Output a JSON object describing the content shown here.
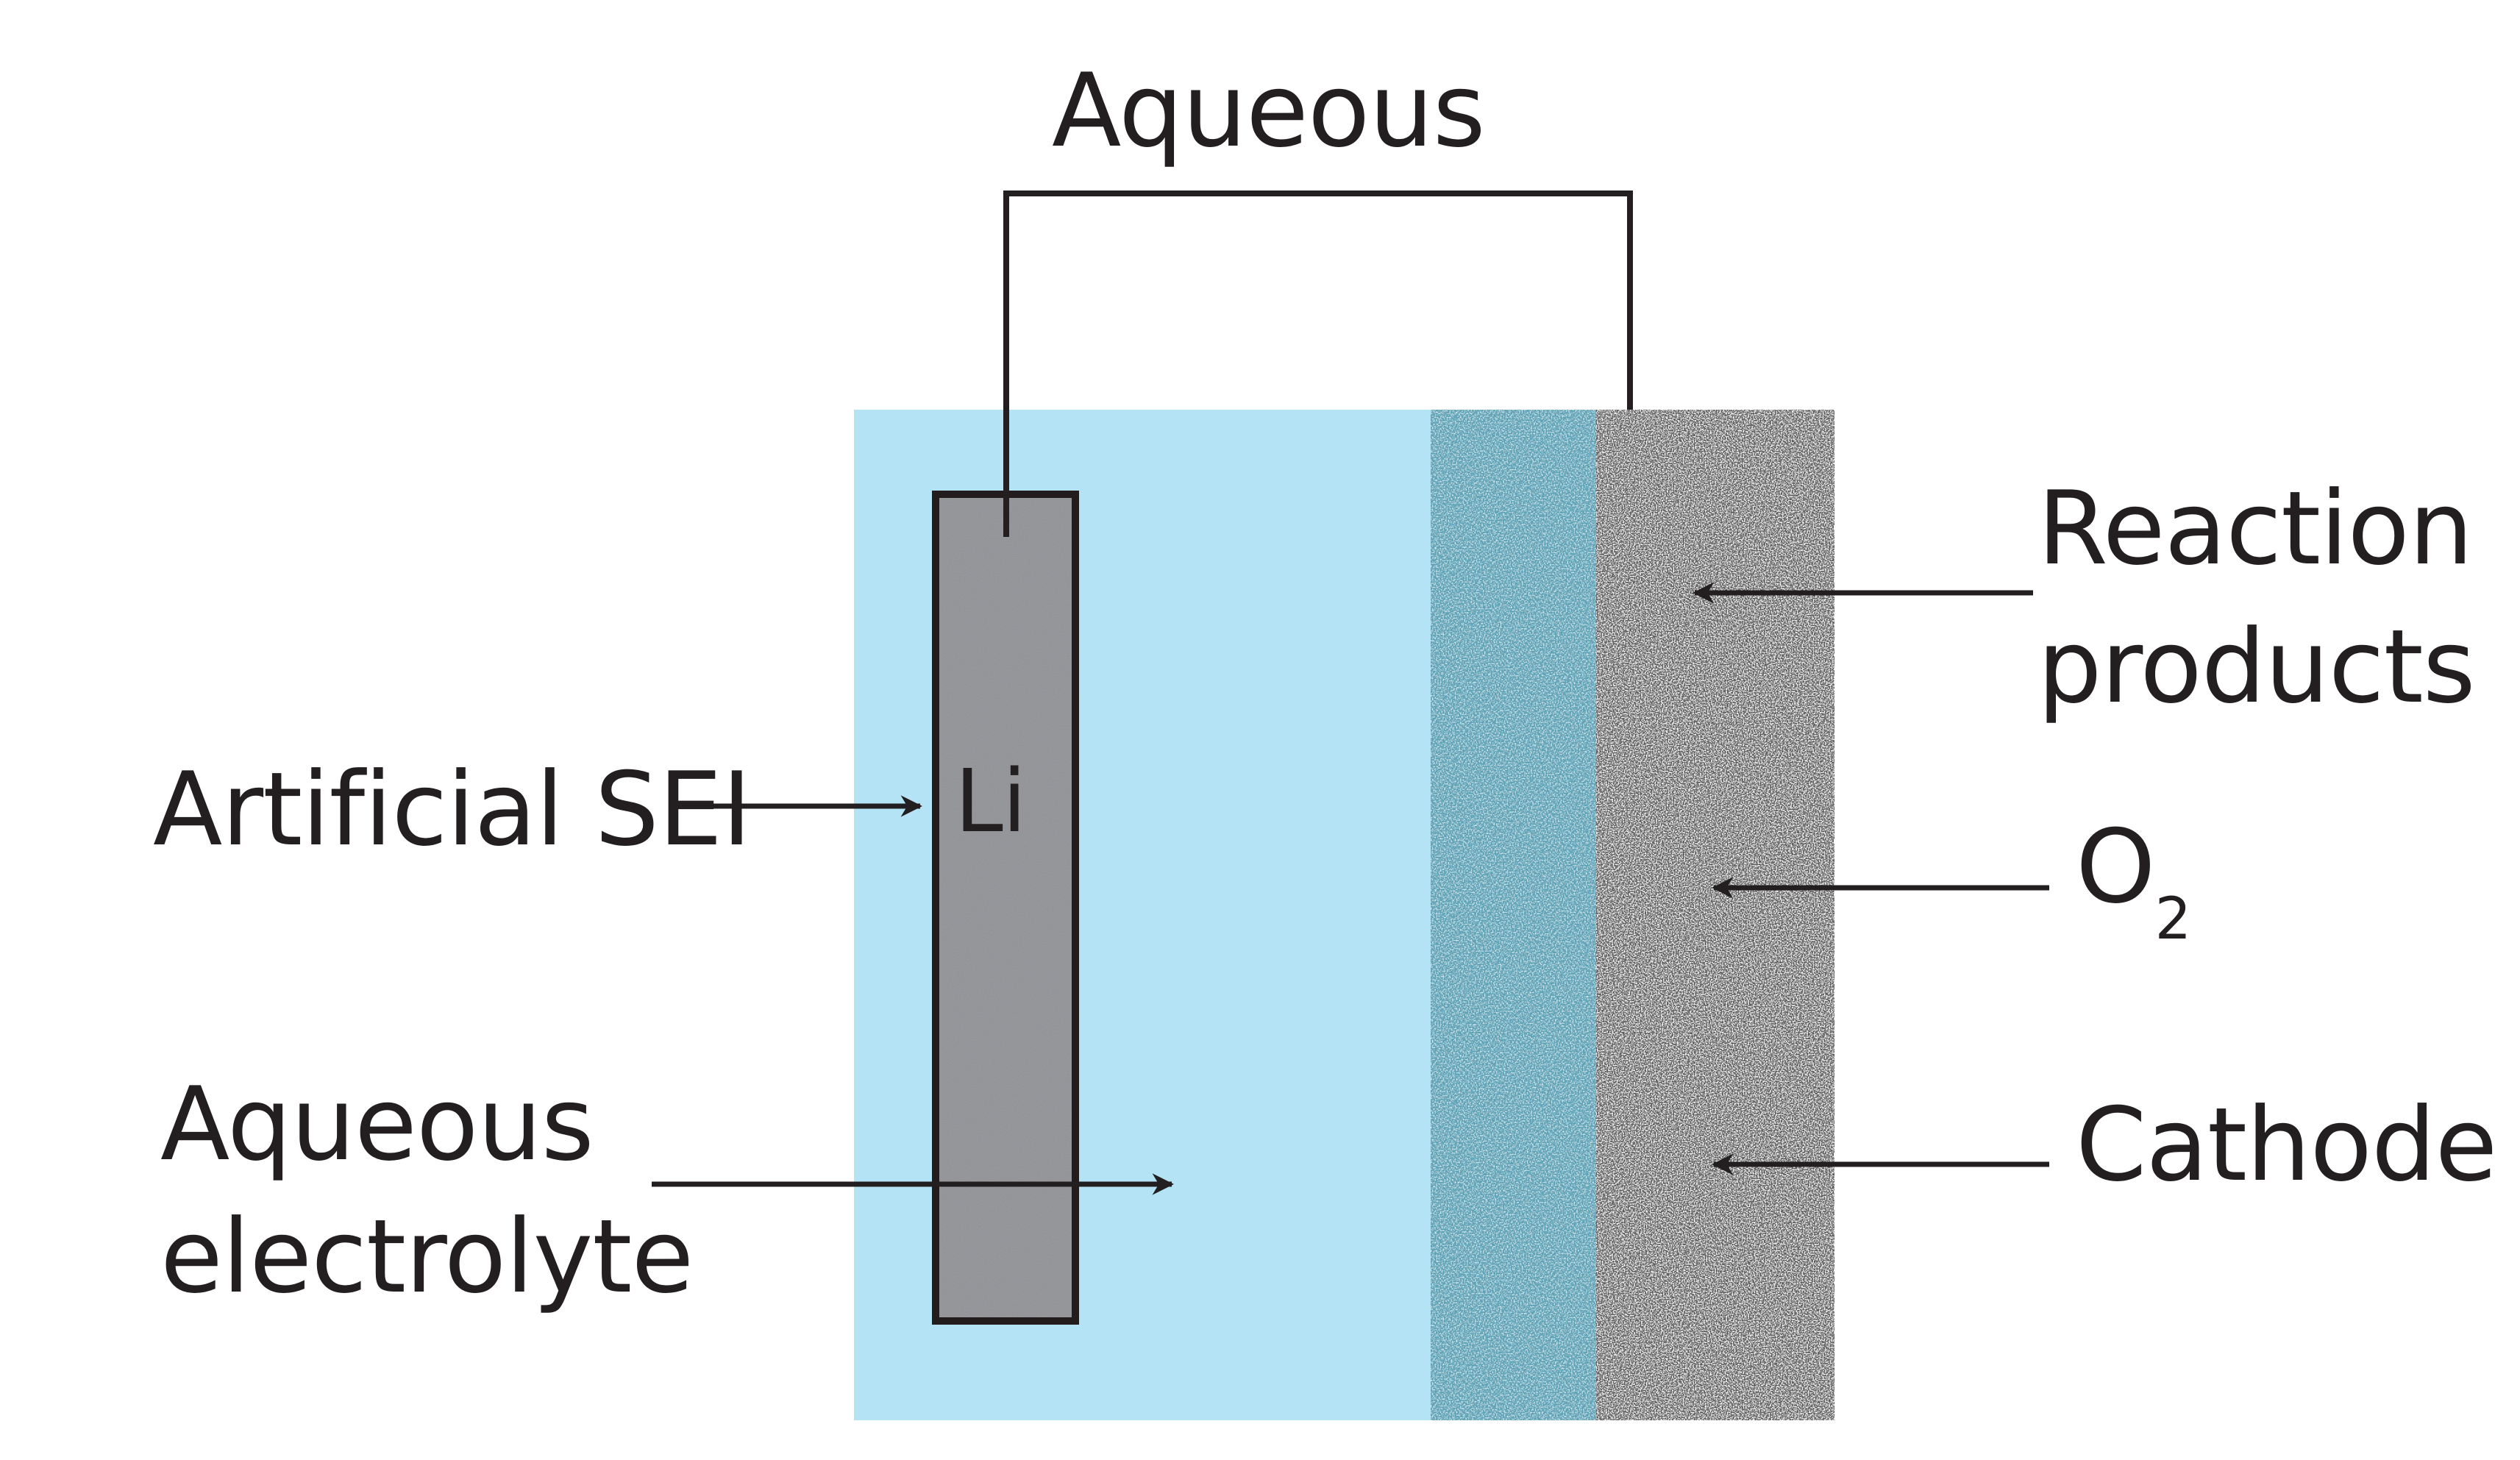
{
  "labels": {
    "top": "Aqueous",
    "electrode": "Li",
    "sei": "Artificial SEI",
    "electrolyte_line1": "Aqueous",
    "electrolyte_line2": "electrolyte",
    "products_line1": "Reaction",
    "products_line2": "products",
    "oxygen_base": "O",
    "oxygen_sub": "2",
    "cathode": "Cathode"
  },
  "colors": {
    "text": "#231f20",
    "electrolyte": "#b3e3f5",
    "electrode": "#9b9ca0",
    "reaction_layer": "#5aa0b4",
    "cathode": "#4a4a4a"
  },
  "icons": [
    "arrow-icon"
  ]
}
